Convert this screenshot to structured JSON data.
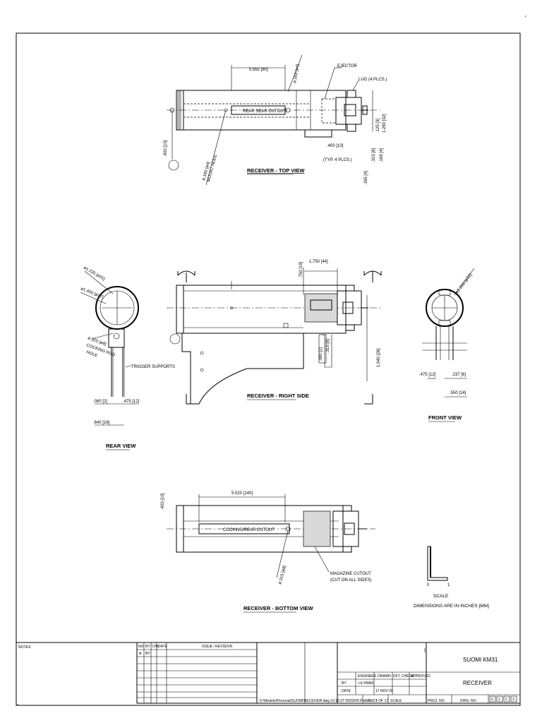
{
  "views": {
    "top": {
      "title": "RECEIVER - TOP VIEW",
      "dim_length": "5.562 [80]",
      "dim_dia": "ø.165 [ø4]",
      "cutout": "REAR SEAR CUTOUT",
      "ejector": "EJECTOR",
      "lug": "LUG (4 PLCS.)",
      "dim_width": "1.260 [32]",
      "dim_lug1": ".125 [3]",
      "dim_lug2": ".315 [8]",
      "dim_lug3": ".165 [4]",
      "dim_tab": ".400 [10]",
      "dim_tab_note": "(TYP. 4 PLCS.)",
      "dim_left": ".400 [10]",
      "dim_mount": "ø.165 [ø4]",
      "mount_note": "MOUNT HOLE",
      "dim_small": ".165 [4]"
    },
    "right": {
      "title": "RECEIVER - RIGHT SIDE",
      "dim_top": "1.750 [44]",
      "dim_top2": ".750 [19]",
      "dim_height": "1.040 [26]",
      "dim_a": ".080 [2]",
      "dim_b": ".315 [8]"
    },
    "rear": {
      "title": "REAR VIEW",
      "dia1": "ø1.235 [ø31]",
      "dia2": "ø1.450 [ø37]",
      "hole": "ø.325 [ø8]",
      "hole_note1": "COCKING ROD",
      "hole_note2": "HOLE",
      "trigger": "TRIGGER SUPPORTS",
      "dim_a": ".080 [2]",
      "dim_b": ".475 [12]",
      "dim_c": ".640 [16]"
    },
    "front": {
      "title": "FRONT VIEW",
      "dia": "ø1.260 [ø32]",
      "dim_a": ".475 [12]",
      "dim_b": ".237 [6]",
      "dim_c": ".550 [14]"
    },
    "bottom": {
      "title": "RECEIVER - BOTTOM VIEW",
      "dim_length": "5.520 [140]",
      "dim_left": ".400 [10]",
      "cutout": "COCKING/REAR CUTOUT",
      "dia": "ø.315 [ø8]",
      "mag1": "MAGAZINE CUTOUT",
      "mag2": "(CUT ON ALL SIDES)"
    }
  },
  "scale": {
    "label": "SCALE",
    "units": "DIMENSIONS ARE IN INCHES [MM]",
    "zero": "0",
    "one": "1"
  },
  "title_block": {
    "notes": "NOTES:",
    "rev_headers": [
      "NO",
      "BY",
      "CHK",
      "DATE",
      "ISSUE / REVISION"
    ],
    "first_rev": [
      "A",
      "BY"
    ],
    "project": "SUOMI KM31",
    "part": "RECEIVER",
    "sig_headers": [
      "ENGINEER",
      "DRAWN",
      "DFT. CHECK",
      "APPROVED"
    ],
    "by_label": "BY",
    "by_value": "LILYMAN",
    "date_label": "DATE",
    "date_value": "17 NOV 09",
    "file": "D:\\Models\\Personal\\SUOMI\\RECEIVER.dwg  10:16:37  05/03/09  Plot: 1",
    "sheet_label": "SHEET",
    "sheet_value": "1 OF 17",
    "scale_label": "SCALE",
    "project_no": "PROJ. NO.",
    "dwg_no": "DWG. NO.",
    "rev_boxes": [
      "0",
      "1",
      "2",
      "3"
    ],
    "marks": [
      "0",
      "2"
    ]
  }
}
